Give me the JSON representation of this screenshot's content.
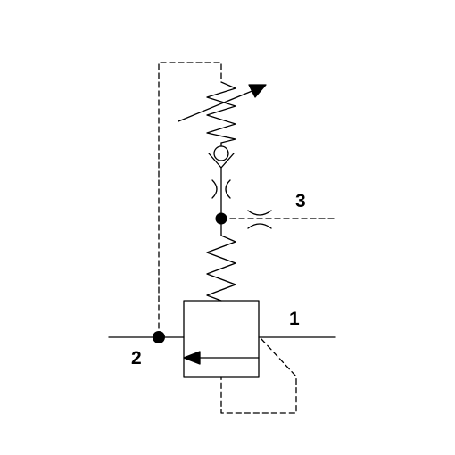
{
  "diagram": {
    "port_labels": {
      "port_1": "1",
      "port_2": "2",
      "port_3": "3"
    },
    "colors": {
      "line": "#000000",
      "background": "#ffffff"
    }
  }
}
